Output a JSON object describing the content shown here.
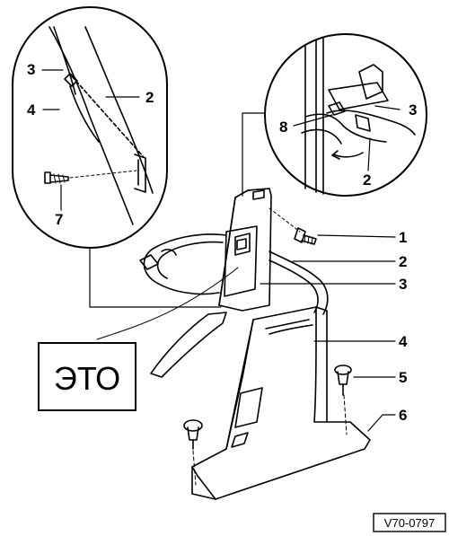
{
  "callouts": {
    "c1": "1",
    "c2": "2",
    "c3": "3",
    "c4": "4",
    "c5": "5",
    "c6": "6",
    "c7": "7",
    "c8": "8"
  },
  "reference_box": "ЭТО",
  "figure_code": "V70-0797"
}
